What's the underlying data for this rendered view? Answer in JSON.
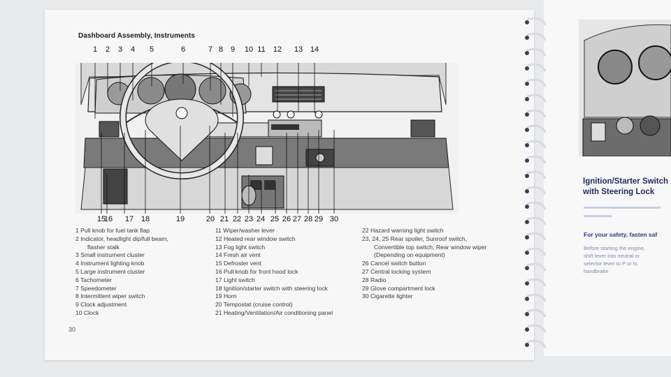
{
  "page": {
    "heading": "Dashboard Assembly, Instruments",
    "page_number": "30"
  },
  "callouts_top": [
    {
      "label": "1"
    },
    {
      "label": "2"
    },
    {
      "label": "3"
    },
    {
      "label": "4"
    },
    {
      "label": "5"
    },
    {
      "label": "6"
    },
    {
      "label": "7"
    },
    {
      "label": "8"
    },
    {
      "label": "9"
    },
    {
      "label": "10"
    },
    {
      "label": "11"
    },
    {
      "label": "12"
    },
    {
      "label": "13"
    },
    {
      "label": "14"
    }
  ],
  "callouts_bottom": [
    {
      "label": "15"
    },
    {
      "label": "16"
    },
    {
      "label": "17"
    },
    {
      "label": "18"
    },
    {
      "label": "19"
    },
    {
      "label": "20"
    },
    {
      "label": "21"
    },
    {
      "label": "22"
    },
    {
      "label": "23"
    },
    {
      "label": "24"
    },
    {
      "label": "25"
    },
    {
      "label": "26"
    },
    {
      "label": "27"
    },
    {
      "label": "28"
    },
    {
      "label": "29"
    },
    {
      "label": "30"
    }
  ],
  "legend": {
    "col1": [
      "1 Pull knob for fuel tank flap",
      "2 Indicator, headlight dip/full beam,",
      "flasher stalk",
      "3 Small instrument cluster",
      "4 Instrument lighting knob",
      "5 Large instrument cluster",
      "6 Tachometer",
      "7 Speedometer",
      "8 Intermittent wiper switch",
      "9 Clock adjustment",
      "10 Clock"
    ],
    "col2": [
      "11 Wiper/washer lever",
      "12 Heated rear window switch",
      "13 Fog light switch",
      "14 Fresh air vent",
      "15 Defroster vent",
      "16 Pull knob for front hood lock",
      "17 Light switch",
      "18 Ignition/starter switch with steering lock",
      "19 Horn",
      "20 Tempostat (cruise control)",
      "21 Heating/Ventilation/Air conditioning panel"
    ],
    "col3": [
      "22 Hazard warning light switch",
      "23, 24, 25 Rear spoiler, Sunroof switch,",
      "Convertible top switch, Rear window wiper",
      "(Depending on equipment)",
      "26 Cancel switch button",
      "27 Central locking system",
      "28 Radio",
      "29 Glove compartment lock",
      "30 Cigarette lighter"
    ]
  },
  "right_page": {
    "title_line1": "Ignition/Starter Switch",
    "title_line2": "with Steering Lock",
    "safety_note": "For your safety, fasten saf",
    "text_lines": [
      "Before starting the engine,",
      "shift lever into neutral or",
      "selector lever to P or N.",
      "handbrake"
    ]
  }
}
